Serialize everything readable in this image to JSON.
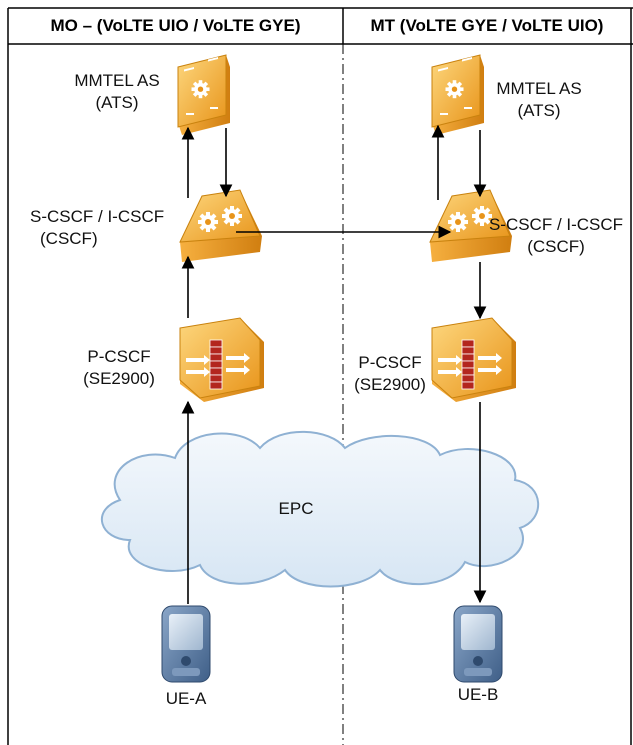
{
  "headers": {
    "left": "MO – (VoLTE UIO / VoLTE GYE)",
    "right": "MT (VoLTE GYE / VoLTE UIO)"
  },
  "nodes": {
    "mmtel_left": {
      "line1": "MMTEL AS",
      "line2": "(ATS)",
      "icon": "server-gears-icon"
    },
    "mmtel_right": {
      "line1": "MMTEL AS",
      "line2": "(ATS)",
      "icon": "server-gears-icon"
    },
    "cscf_left": {
      "line1": "S-CSCF / I-CSCF",
      "line2": "(CSCF)",
      "icon": "gears-icon"
    },
    "cscf_right": {
      "line1": "S-CSCF / I-CSCF",
      "line2": "(CSCF)",
      "icon": "gears-icon"
    },
    "pcscf_left": {
      "line1": "P-CSCF",
      "line2": "(SE2900)",
      "icon": "firewall-icon"
    },
    "pcscf_right": {
      "line1": "P-CSCF",
      "line2": "(SE2900)",
      "icon": "firewall-icon"
    },
    "epc": {
      "label": "EPC",
      "icon": "cloud-icon"
    },
    "ue_a": {
      "label": "UE-A",
      "icon": "mobile-phone-icon"
    },
    "ue_b": {
      "label": "UE-B",
      "icon": "mobile-phone-icon"
    }
  },
  "colors": {
    "orange_light": "#FBC55A",
    "orange_dark": "#E8941A",
    "cloud_fill": "#E2EEF8",
    "cloud_stroke": "#8FB1D3",
    "phone_body": "#5E7FA6",
    "line": "#000000"
  }
}
